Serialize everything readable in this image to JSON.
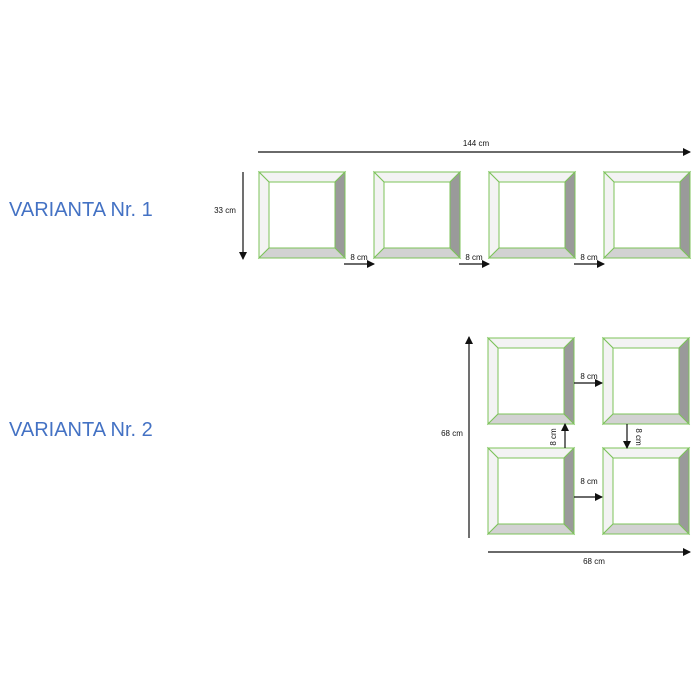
{
  "variant1": {
    "title": "VARIANTA Nr. 1",
    "total_width": "144 cm",
    "height": "33 cm",
    "gaps": [
      "8 cm",
      "8 cm",
      "8 cm"
    ],
    "panel_count": 4
  },
  "variant2": {
    "title": "VARIANTA Nr. 2",
    "total_height": "68 cm",
    "total_width": "68 cm",
    "gap_top": "8 cm",
    "gap_bottom": "8 cm",
    "gap_left_vertical": "8 cm",
    "gap_right_vertical": "8 cm",
    "panel_count": 4
  },
  "colors": {
    "title": "#4472c4",
    "panel_outline": "#7cc35a",
    "bevel_dark": "#9a9a9a",
    "bevel_light": "#d2d2d2",
    "bevel_top": "#f3f3f3",
    "arrow": "#111111"
  }
}
